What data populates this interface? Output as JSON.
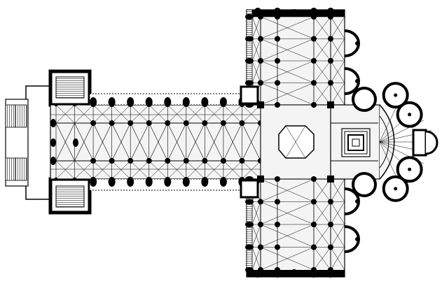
{
  "colors": {
    "background": "#ffffff",
    "wall": "#000000",
    "line": "#000000",
    "fill": "#f2f2f2",
    "hatch": "#888888"
  },
  "plan": {
    "parts": [
      "entrance-steps",
      "narthex",
      "west-towers",
      "nave",
      "aisles",
      "crossing",
      "transept-north",
      "transept-south",
      "choir",
      "sanctuary-altar",
      "apse",
      "radiating-chapels",
      "axial-chapel"
    ],
    "vault_pattern": "quadripartite",
    "nave_bays": 11,
    "transept_bays_per_arm": 4,
    "transept_chapels_per_arm": 2,
    "radiating_chapels": 5
  }
}
